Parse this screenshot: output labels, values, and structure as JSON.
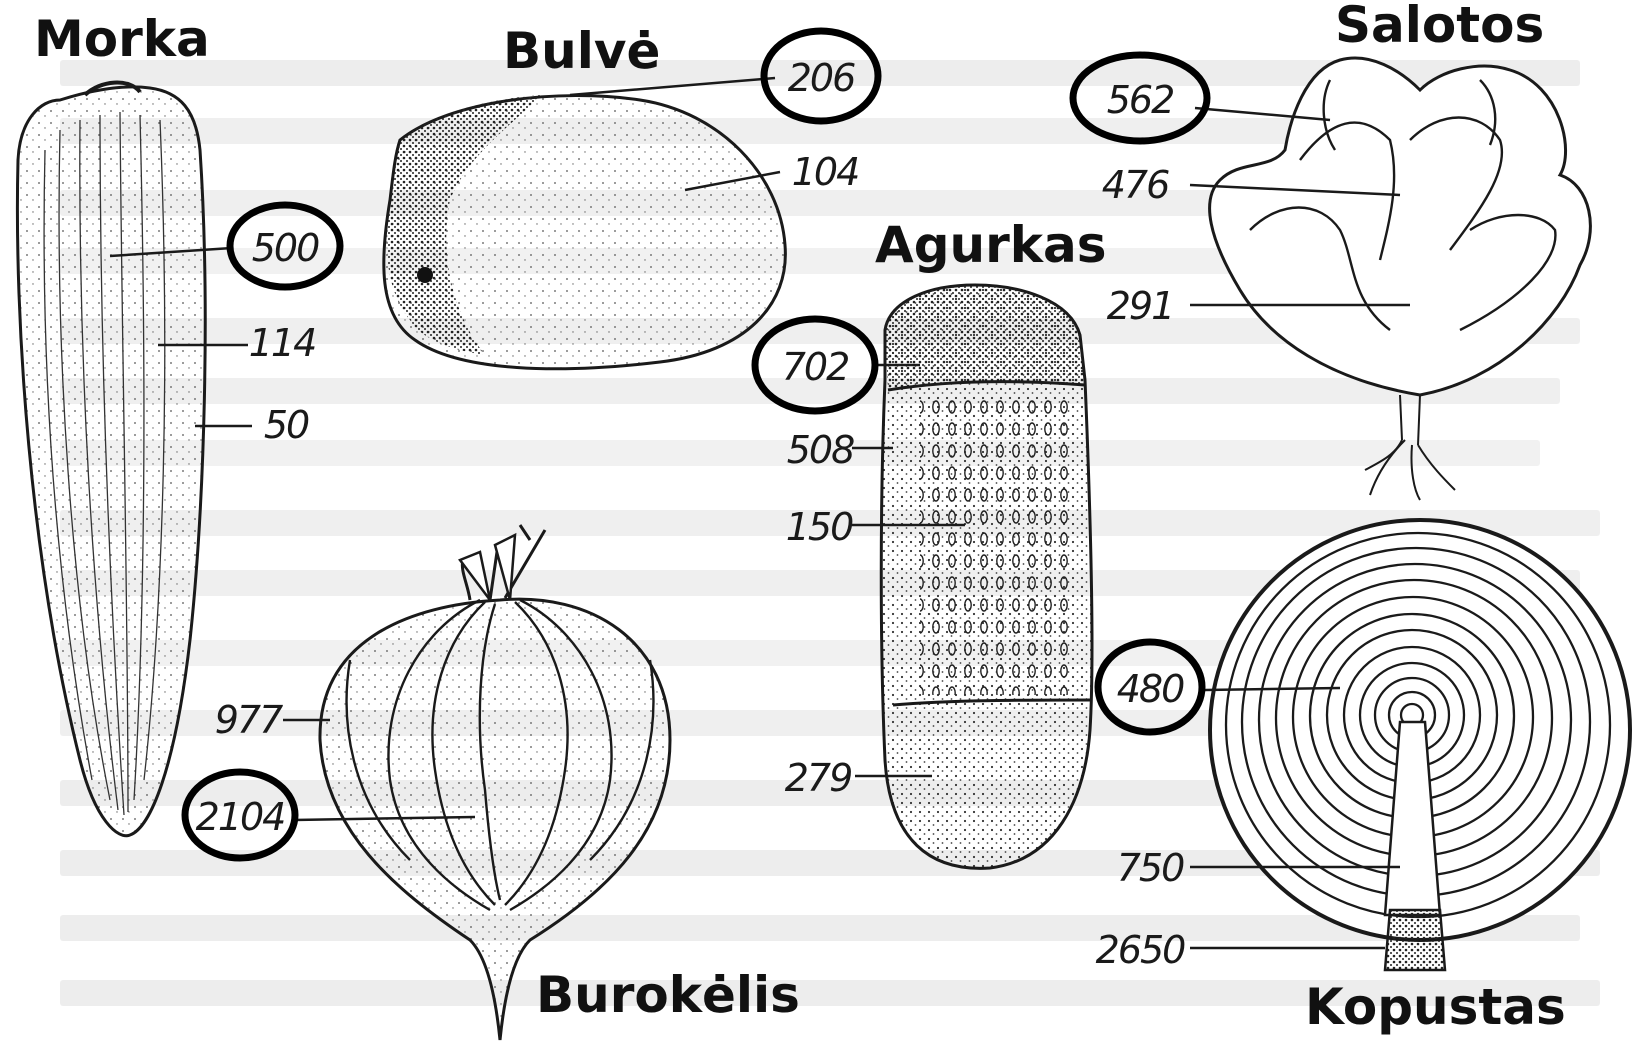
{
  "titles": {
    "morka": "Morka",
    "bulve": "Bulvė",
    "salotos": "Salotos",
    "agurkas": "Agurkas",
    "burokelis": "Burokėlis",
    "kopustas": "Kopustas"
  },
  "labels": {
    "morka_500": "500",
    "morka_114": "114",
    "morka_50": "50",
    "bulve_206": "206",
    "bulve_104": "104",
    "salotos_562": "562",
    "salotos_476": "476",
    "salotos_291": "291",
    "agurkas_702": "702",
    "agurkas_508": "508",
    "agurkas_150": "150",
    "agurkas_279": "279",
    "burokelis_977": "977",
    "burokelis_2104": "2104",
    "kopustas_480": "480",
    "kopustas_750": "750",
    "kopustas_2650": "2650"
  },
  "colors": {
    "ink": "#1a1a1a",
    "paper": "#ffffff",
    "faded_text": "#d6d6d6"
  }
}
